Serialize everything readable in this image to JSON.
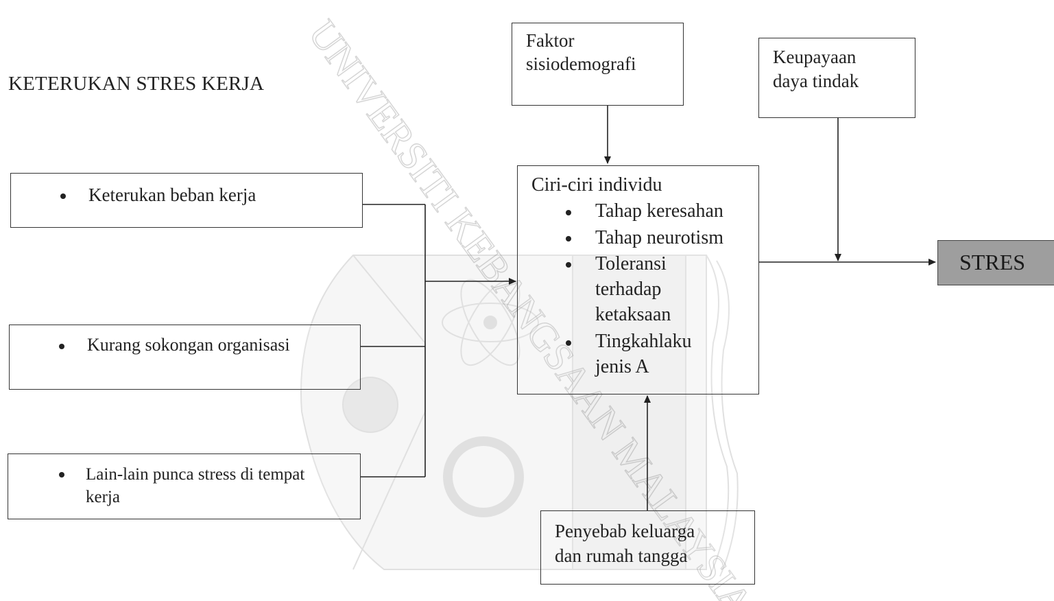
{
  "title": "KETERUKAN STRES KERJA",
  "stressors": [
    {
      "label": "Keterukan beban kerja"
    },
    {
      "label": "Kurang sokongan organisasi"
    },
    {
      "label_line1": "Lain-lain punca stress di tempat",
      "label_line2": "kerja"
    }
  ],
  "faktor": {
    "line1": "Faktor",
    "line2": "sisiodemografi"
  },
  "keupayaan": {
    "line1": "Keupayaan",
    "line2": "daya tindak"
  },
  "ciri": {
    "heading": "Ciri-ciri individu",
    "items": [
      {
        "lines": [
          "Tahap keresahan"
        ]
      },
      {
        "lines": [
          "Tahap neurotism"
        ]
      },
      {
        "lines": [
          "Toleransi",
          "terhadap",
          "ketaksaan"
        ]
      },
      {
        "lines": [
          "Tingkahlaku",
          "jenis A"
        ]
      }
    ]
  },
  "penyebab": {
    "line1": "Penyebab keluarga",
    "line2": "dan rumah tangga"
  },
  "outcome": "STRES",
  "watermark": {
    "text": "UNIVERSITI KEBANGSAAN MALAYSIA"
  },
  "colors": {
    "stroke": "#333333",
    "text": "#222222",
    "outcome_fill": "#9e9e9e",
    "watermark": "#9a9a9a"
  }
}
